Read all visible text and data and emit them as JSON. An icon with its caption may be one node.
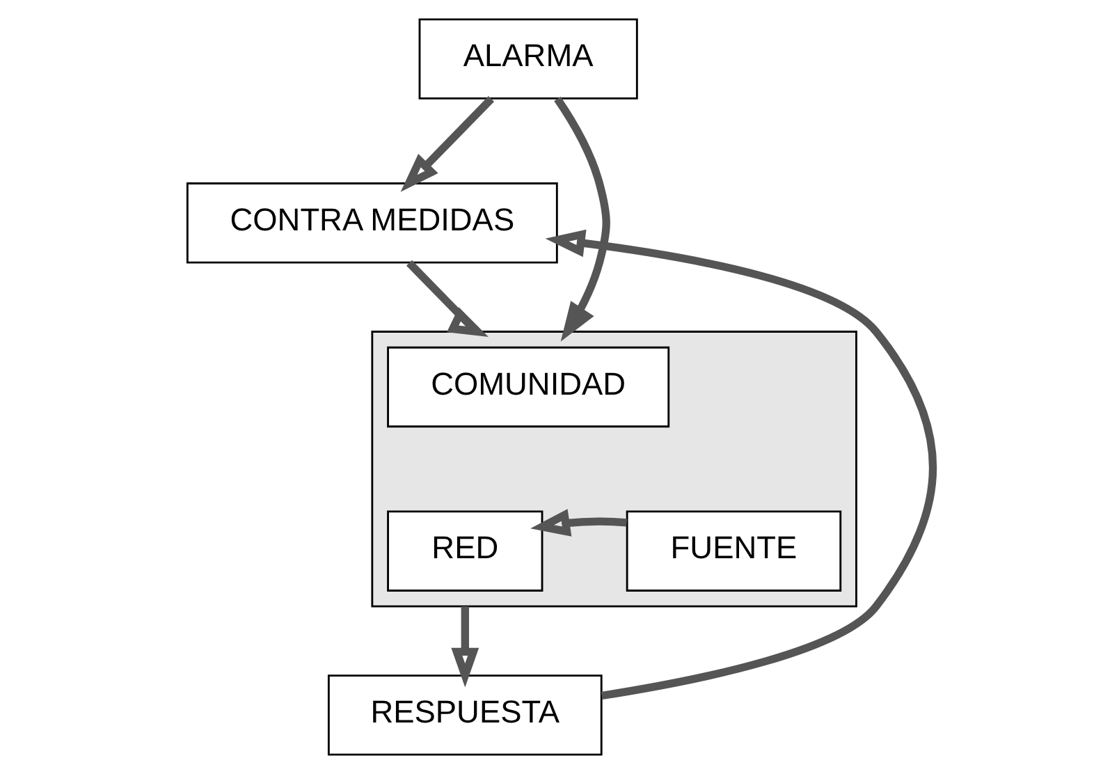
{
  "diagram": {
    "nodes": [
      {
        "text": [
          "ALARMA"
        ]
      },
      {
        "text": [
          "CONTRA MEDIDAS"
        ]
      },
      {
        "text": [],
        "shape": "box"
      },
      {
        "text": [
          "COMUNIDAD"
        ],
        "in": 2
      },
      {
        "text": [
          "RED"
        ],
        "in": 2
      },
      {
        "text": [
          "FUENTE"
        ],
        "in": 2
      },
      {
        "text": [
          "RESPUESTA"
        ]
      }
    ],
    "edges": [
      {
        "from": 0,
        "to": 1,
        "arrow": "to"
      },
      {
        "from": 0,
        "to": 2,
        "arrow": "to"
      },
      {
        "from": 1,
        "to": 2,
        "arrow": "to"
      },
      {
        "from": 5,
        "to": 4,
        "arrow": "to"
      },
      {
        "from": 2,
        "to": 6,
        "arrow": "to"
      },
      {
        "from": 6,
        "to": 1,
        "arrow": "to"
      }
    ]
  }
}
